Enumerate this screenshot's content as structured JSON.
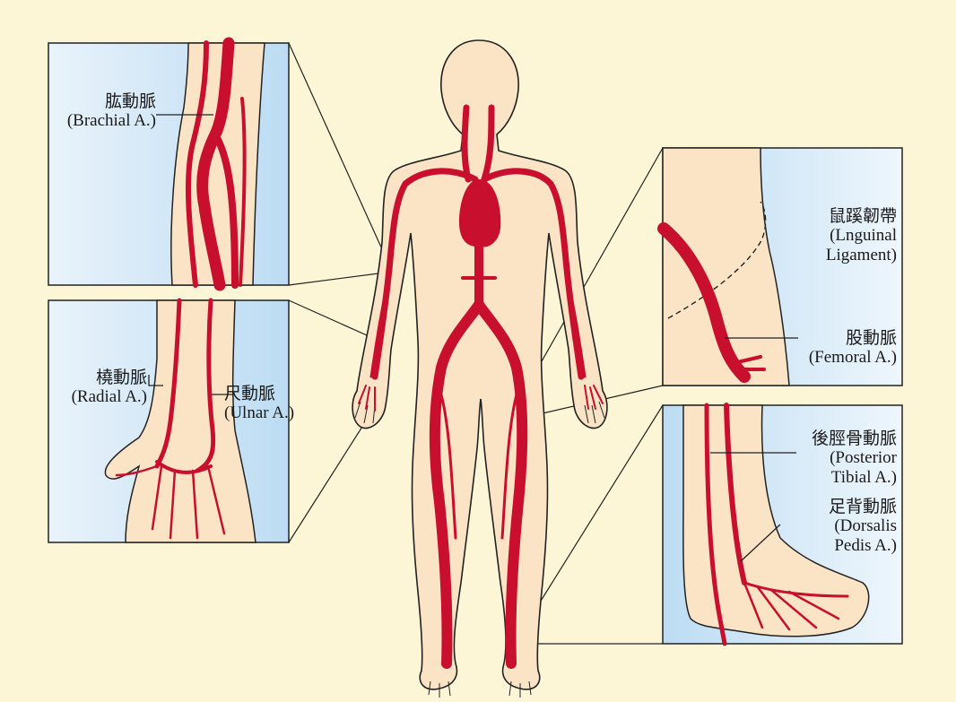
{
  "colors": {
    "background": "#fdf6d6",
    "skin": "#fbe3c6",
    "artery": "#c8102e",
    "panel_bg": "#cfe6f6",
    "outline": "#222222"
  },
  "labels": {
    "brachial": {
      "zh": "肱動脈",
      "en": "(Brachial A.)"
    },
    "radial": {
      "zh": "橈動脈",
      "en": "(Radial A.)"
    },
    "ulnar": {
      "zh": "尺動脈",
      "en": "(Ulnar A.)"
    },
    "inguinal": {
      "zh": "鼠蹊韌帶",
      "en1": "(Lnguinal",
      "en2": "Ligament)"
    },
    "femoral": {
      "zh": "股動脈",
      "en": "(Femoral A.)"
    },
    "posterior_tibial": {
      "zh": "後脛骨動脈",
      "en1": "(Posterior",
      "en2": "Tibial A.)"
    },
    "dorsalis_pedis": {
      "zh": "足背動脈",
      "en1": "(Dorsalis",
      "en2": "Pedis A.)"
    }
  }
}
